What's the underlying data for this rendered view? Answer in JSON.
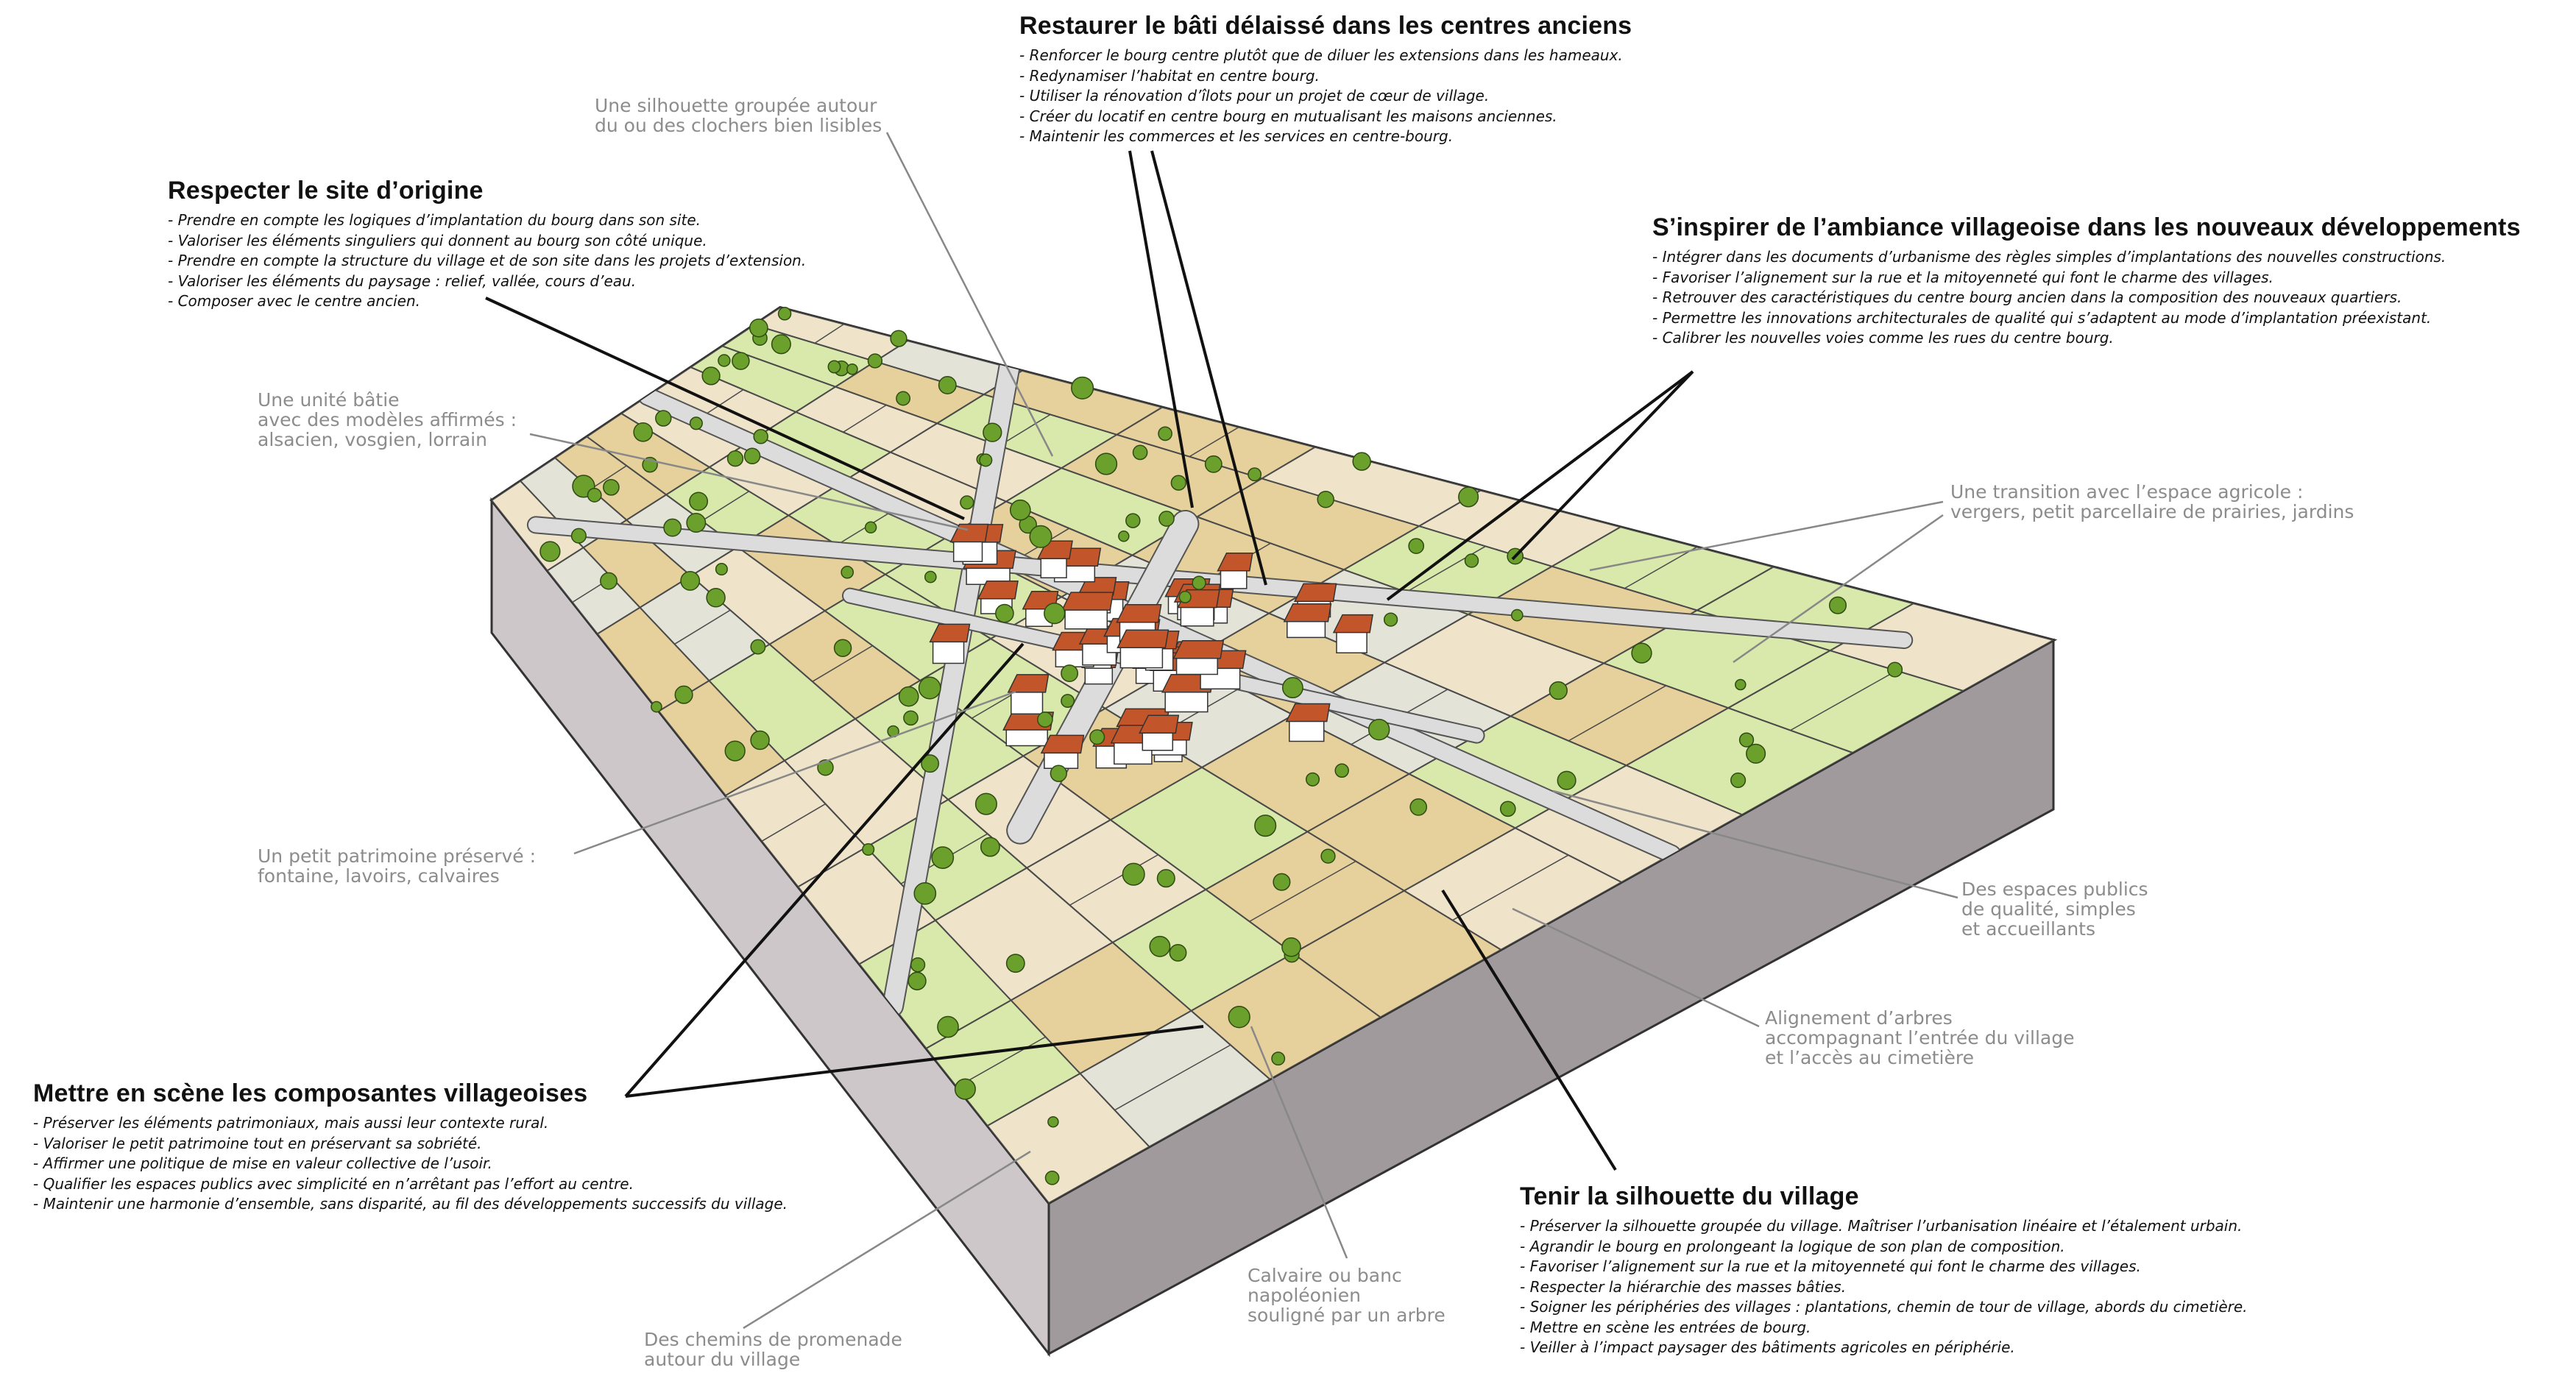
{
  "blocks": [
    {
      "id": "restaurer",
      "title": "Restaurer le bâti délaissé dans les centres anciens",
      "items": [
        "- Renforcer le bourg centre plutôt que de diluer les extensions dans les hameaux.",
        "- Redynamiser l’habitat en centre bourg.",
        "- Utiliser la rénovation d’îlots pour un projet de cœur de village.",
        "- Créer du locatif en centre bourg en mutualisant les maisons anciennes.",
        "- Maintenir les commerces et les services en centre-bourg."
      ]
    },
    {
      "id": "respecter",
      "title": "Respecter le site d’origine",
      "items": [
        "- Prendre en compte les logiques d’implantation du bourg dans son site.",
        "- Valoriser les éléments singuliers qui donnent au bourg son côté unique.",
        "- Prendre en compte la structure du village et de son site dans les projets d’extension.",
        "- Valoriser les éléments du paysage : relief, vallée, cours d’eau.",
        "- Composer avec le centre ancien."
      ]
    },
    {
      "id": "inspirer",
      "title": "S’inspirer de l’ambiance villageoise dans les nouveaux développements",
      "items": [
        "- Intégrer dans les documents d’urbanisme des règles simples d’implantations des nouvelles constructions.",
        "- Favoriser l’alignement sur la rue et la mitoyenneté qui font le charme des villages.",
        "- Retrouver des caractéristiques du centre bourg ancien dans la composition des nouveaux quartiers.",
        "- Permettre les innovations architecturales de qualité qui s’adaptent au mode d’implantation préexistant.",
        "- Calibrer les nouvelles voies comme les rues du centre bourg."
      ]
    },
    {
      "id": "mettre",
      "title": "Mettre en scène les composantes villageoises",
      "items": [
        "- Préserver les éléments patrimoniaux, mais aussi leur contexte rural.",
        "- Valoriser le petit patrimoine tout en préservant sa sobriété.",
        "- Affirmer une politique de mise en valeur collective de l’usoir.",
        "- Qualifier les espaces publics avec simplicité en n’arrêtant pas l’effort au centre.",
        "- Maintenir une harmonie d’ensemble, sans disparité, au fil des développements successifs du village."
      ]
    },
    {
      "id": "tenir",
      "title": "Tenir la silhouette du village",
      "items": [
        "- Préserver la silhouette groupée du village. Maîtriser l’urbanisation linéaire et l’étalement urbain.",
        "- Agrandir le bourg en prolongeant la logique de son plan de composition.",
        "- Favoriser l’alignement sur la rue et la mitoyenneté qui font le charme des villages.",
        "- Respecter la hiérarchie des masses bâties.",
        "- Soigner les périphéries des villages : plantations, chemin de tour de village, abords du cimetière.",
        "- Mettre en scène les entrées de bourg.",
        "- Veiller à l’impact paysager des bâtiments agricoles en périphérie."
      ]
    }
  ],
  "labels": {
    "silhouette": "Une silhouette groupée autour\ndu ou des clochers bien lisibles",
    "unite": "Une unité bâtie\navec des modèles affirmés :\nalsacien, vosgien, lorrain",
    "transition": "Une transition avec l’espace agricole :\nvergers, petit parcellaire de prairies, jardins",
    "patrimoine": "Un petit patrimoine préservé :\nfontaine, lavoirs, calvaires",
    "espaces": "Des espaces publics\nde qualité, simples\net accueillants",
    "alignement": "Alignement d’arbres\naccompagnant l’entrée du village\net l’accès au cimetière",
    "calvaire": "Calvaire ou banc\nnapoléonien\nsouligné par un arbre",
    "chemins": "Des chemins de promenade\nautour du village"
  },
  "colors": {
    "block_top_edge": "#5e5658",
    "block_side_left": "#cdc7c9",
    "block_side_right": "#a19a9d",
    "field_beige": "#efe3c9",
    "field_tan": "#e6d19c",
    "field_green": "#d9e8ab",
    "field_grey": "#e3e3d8",
    "road": "#dcdcdc",
    "roof": "#c2562a",
    "wall": "#ffffff",
    "tree": "#6ba02c",
    "text_bold": "#111111",
    "text_grey": "#8c8c8c"
  }
}
